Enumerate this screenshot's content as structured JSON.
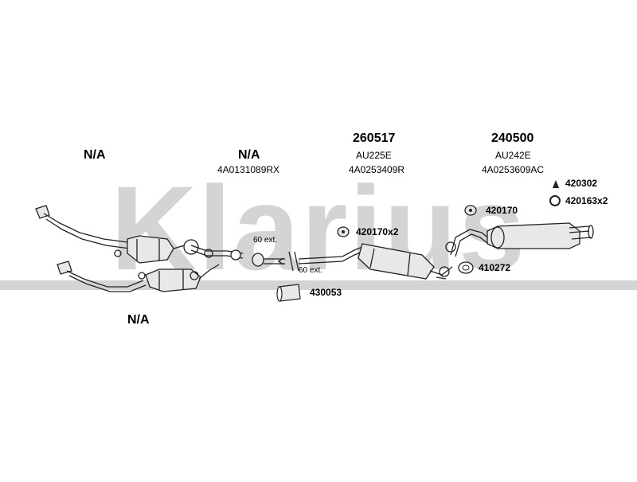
{
  "watermark": {
    "text": "Klarius",
    "color": "#d4d4d4"
  },
  "colors": {
    "line": "#222222",
    "part_fill": "#e8e8e8",
    "part_shade": "#9a9a9a"
  },
  "sections": [
    {
      "id": "manifold",
      "status": "N/A"
    },
    {
      "id": "front-pipe",
      "status": "N/A",
      "oe_code": "4A0131089RX"
    },
    {
      "id": "middle-silencer",
      "part_number": "260517",
      "ref_code": "AU225E",
      "oe_code": "4A0253409R"
    },
    {
      "id": "rear-silencer",
      "part_number": "240500",
      "ref_code": "AU242E",
      "oe_code": "4A0253609AC"
    },
    {
      "id": "manifold-lower",
      "status": "N/A"
    }
  ],
  "accessories": {
    "a420302": {
      "code": "420302",
      "icon": "triangle-bracket-icon"
    },
    "a420163": {
      "code": "420163x2",
      "icon": "ring-gasket-icon"
    },
    "a420170": {
      "code": "420170",
      "icon": "rubber-hanger-icon"
    },
    "a420170x2": {
      "code": "420170x2",
      "icon": "rubber-hanger-icon"
    },
    "a410272": {
      "code": "410272",
      "icon": "ring-gasket-icon"
    },
    "a430053": {
      "code": "430053",
      "icon": "pipe-connector-icon"
    }
  },
  "extensions": {
    "upper": "60 ext.",
    "lower": "60 ext."
  }
}
